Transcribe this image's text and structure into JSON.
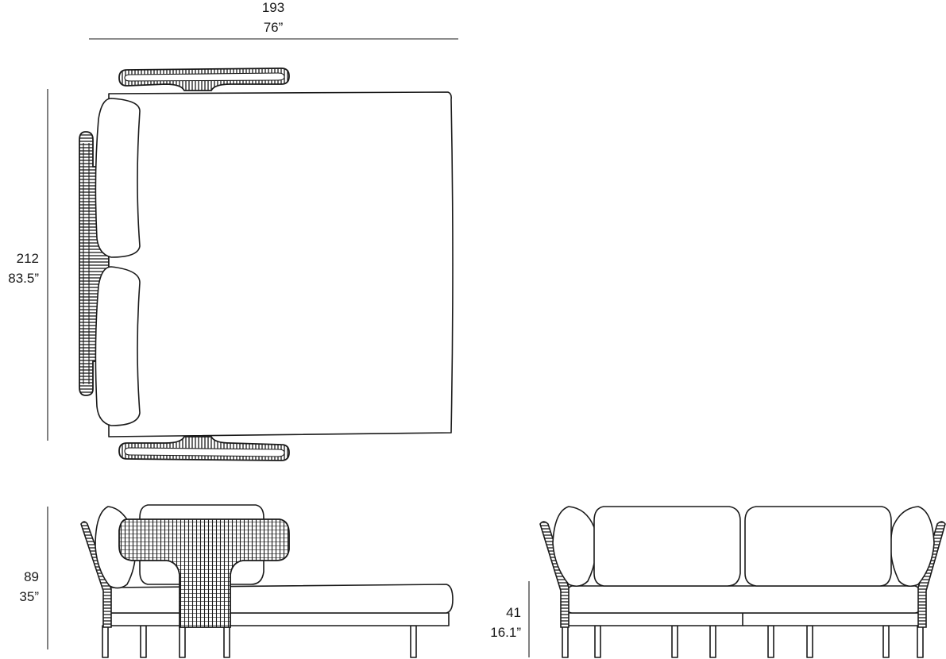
{
  "dimensions": {
    "top_width": {
      "metric": "193",
      "imperial": "76”"
    },
    "top_depth": {
      "metric": "212",
      "imperial": "83.5”"
    },
    "side_height": {
      "metric": "89",
      "imperial": "35”"
    },
    "seat_height": {
      "metric": "41",
      "imperial": "16.1”"
    }
  }
}
